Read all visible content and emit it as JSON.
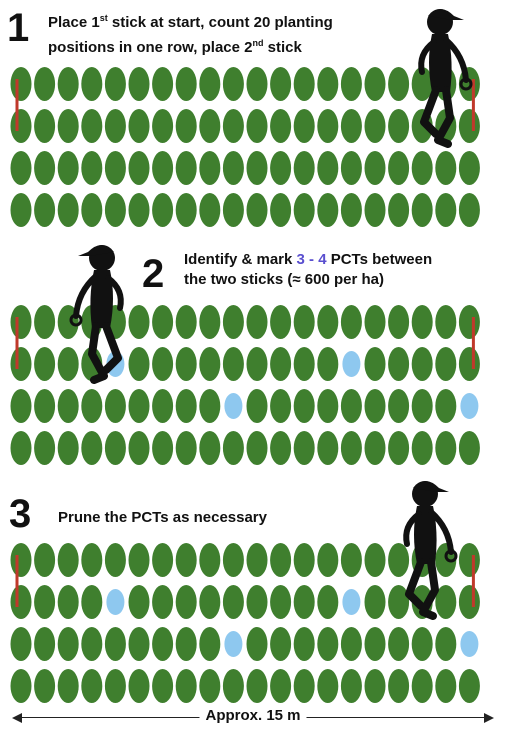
{
  "steps": [
    {
      "number": "1",
      "line1_pre": "Place 1",
      "line1_sup": "st",
      "line1_post": " stick at start, count 20 planting",
      "line2_pre": "positions in one row, place 2",
      "line2_sup": "nd",
      "line2_post": " stick"
    },
    {
      "number": "2",
      "line1_pre": "Identify & mark ",
      "line1_accent": "3 - 4",
      "line1_post": " PCTs between",
      "line2": "the two sticks (≈ 600 per ha)"
    },
    {
      "number": "3",
      "line1": "Prune the PCTs as necessary"
    }
  ],
  "scale": {
    "label": "Approx. 15 m"
  },
  "colors": {
    "plant": "#3f7f2e",
    "pct": "#8ec8ef",
    "stick": "#c0392b",
    "figure": "#111111",
    "number_accent": "#5a4fcf"
  },
  "field": {
    "plants_per_row": 20,
    "rows_per_block": 4,
    "blocks": [
      {
        "id": "step1",
        "pcts": []
      },
      {
        "id": "step2",
        "pcts": [
          [
            1,
            4
          ],
          [
            1,
            14
          ],
          [
            2,
            9
          ],
          [
            2,
            19
          ]
        ]
      },
      {
        "id": "step3",
        "pcts": [
          [
            1,
            4
          ],
          [
            1,
            14
          ],
          [
            2,
            9
          ],
          [
            2,
            19
          ]
        ]
      }
    ]
  }
}
